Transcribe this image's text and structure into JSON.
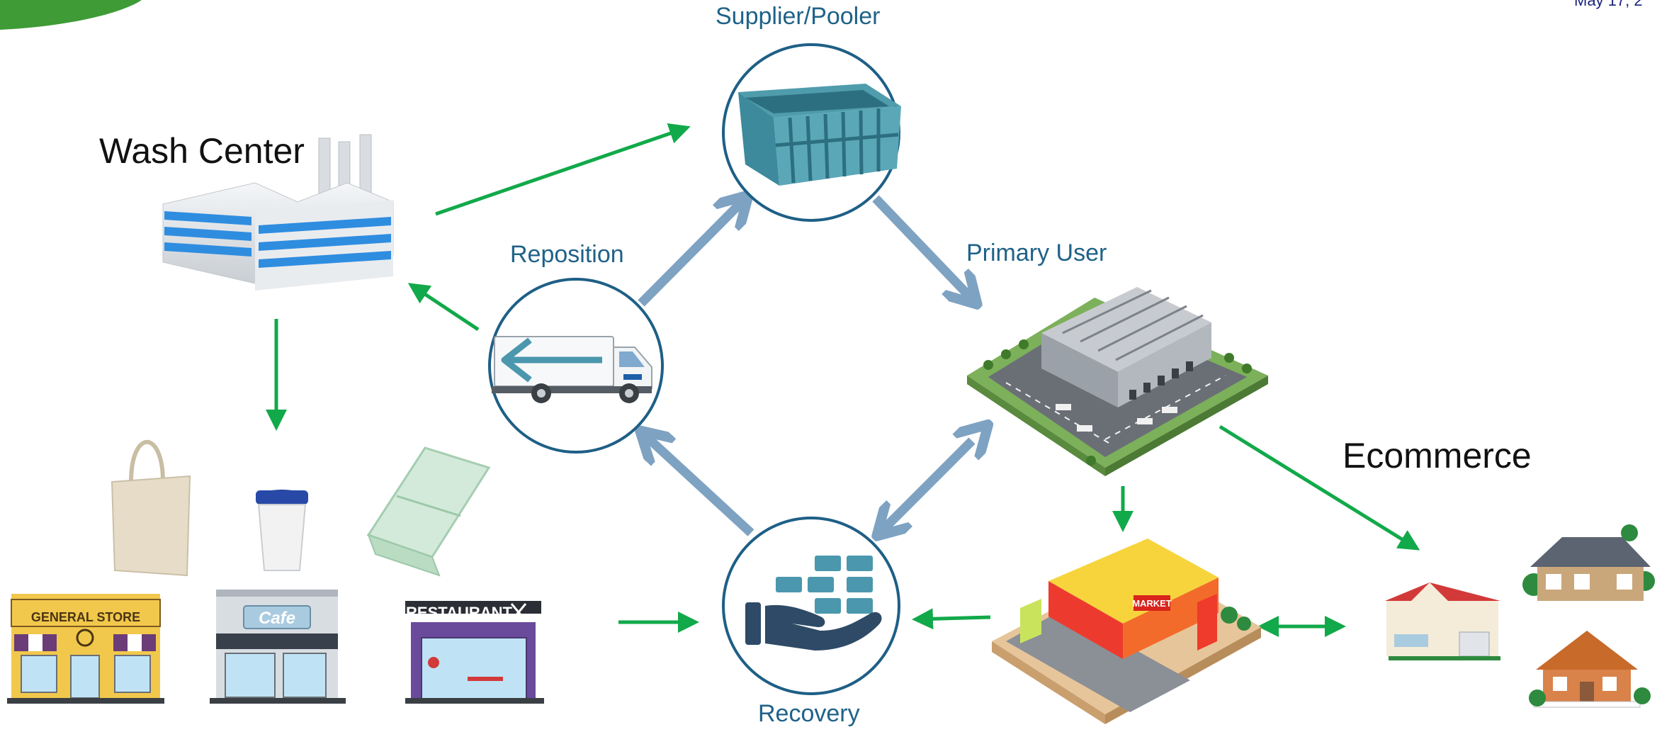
{
  "header": {
    "date_fragment": "May 17, 2"
  },
  "nodes": {
    "supplier": "Supplier/Pooler",
    "reposition": "Reposition",
    "primary_user": "Primary User",
    "recovery": "Recovery"
  },
  "side_labels": {
    "wash_center": "Wash Center",
    "ecommerce": "Ecommerce"
  },
  "stores": {
    "general_store": "GENERAL STORE",
    "cafe": "Cafe",
    "restaurant": "RESTAURANT"
  },
  "market_sign": "MARKET",
  "colors": {
    "flow_green": "#12a94a",
    "cycle_blue": "#7ea2c2",
    "node_stroke": "#1e5f86",
    "label_blue": "#1f6288",
    "brand_green": "#3e9b36"
  }
}
